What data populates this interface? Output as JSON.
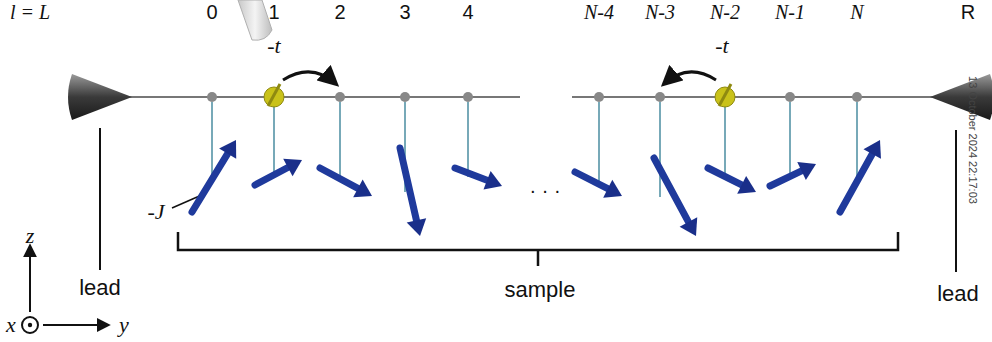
{
  "diagram": {
    "labels": [
      "l = L",
      "0",
      "1",
      "2",
      "3",
      "4",
      "N-4",
      "N-3",
      "N-2",
      "N-1",
      "N",
      "R",
      "-t",
      "-t",
      "-J",
      "· · ·",
      "lead",
      "sample",
      "lead",
      "z",
      "x",
      "y",
      "13 October 2024 22:17:03"
    ]
  }
}
